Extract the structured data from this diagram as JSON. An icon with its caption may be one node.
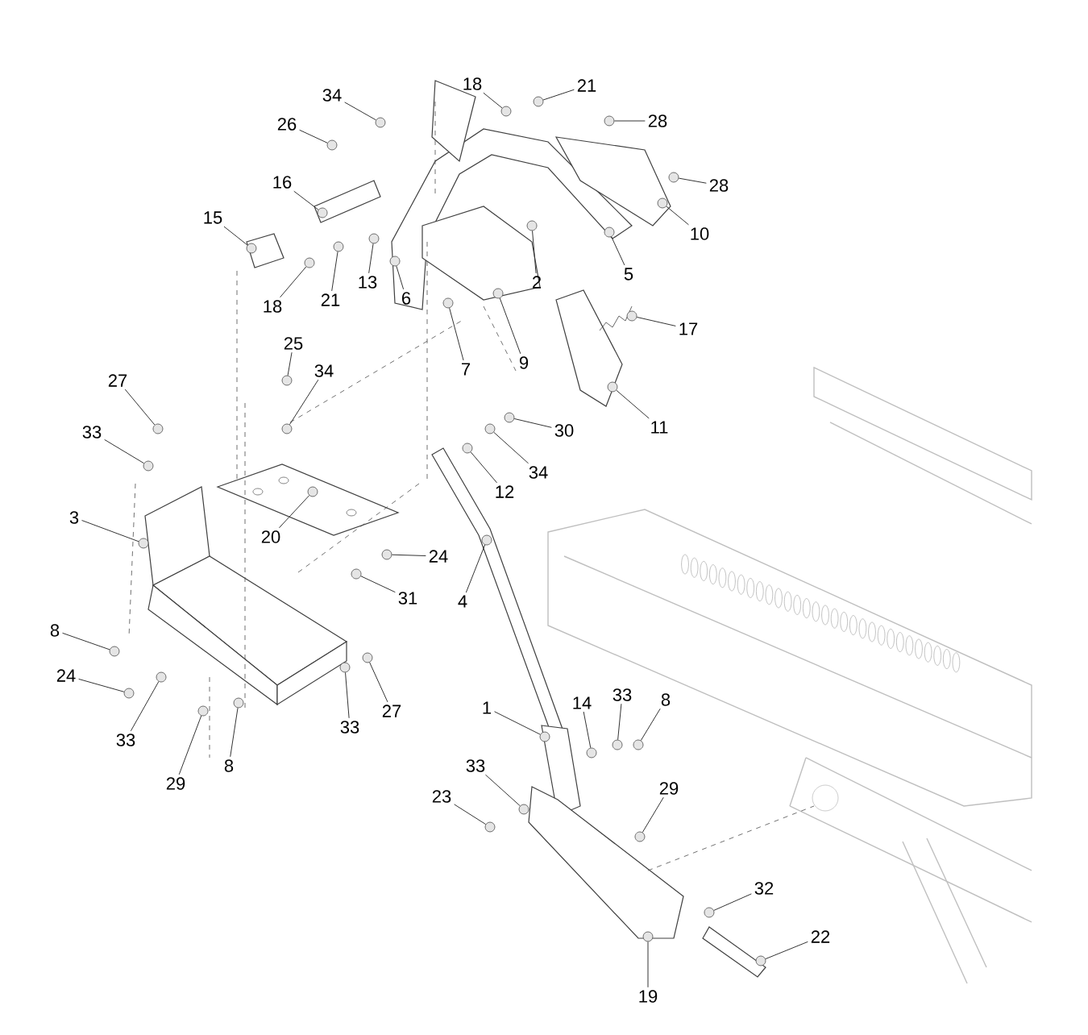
{
  "diagram": {
    "nodes": [
      {
        "text": [
          "34"
        ]
      },
      {
        "text": [
          "26"
        ]
      },
      {
        "text": [
          "18"
        ]
      },
      {
        "text": [
          "21"
        ]
      },
      {
        "text": [
          "28"
        ]
      },
      {
        "text": [
          "28"
        ]
      },
      {
        "text": [
          "16"
        ]
      },
      {
        "text": [
          "15"
        ]
      },
      {
        "text": [
          "10"
        ]
      },
      {
        "text": [
          "5"
        ]
      },
      {
        "text": [
          "2"
        ]
      },
      {
        "text": [
          "13"
        ]
      },
      {
        "text": [
          "6"
        ]
      },
      {
        "text": [
          "21"
        ]
      },
      {
        "text": [
          "18"
        ]
      },
      {
        "text": [
          "9"
        ]
      },
      {
        "text": [
          "7"
        ]
      },
      {
        "text": [
          "17"
        ]
      },
      {
        "text": [
          "11"
        ]
      },
      {
        "text": [
          "25"
        ]
      },
      {
        "text": [
          "34"
        ]
      },
      {
        "text": [
          "27"
        ]
      },
      {
        "text": [
          "33"
        ]
      },
      {
        "text": [
          "30"
        ]
      },
      {
        "text": [
          "34"
        ]
      },
      {
        "text": [
          "12"
        ]
      },
      {
        "text": [
          "3"
        ]
      },
      {
        "text": [
          "20"
        ]
      },
      {
        "text": [
          "24"
        ]
      },
      {
        "text": [
          "31"
        ]
      },
      {
        "text": [
          "4"
        ]
      },
      {
        "text": [
          "8"
        ]
      },
      {
        "text": [
          "24"
        ]
      },
      {
        "text": [
          "33"
        ]
      },
      {
        "text": [
          "29"
        ]
      },
      {
        "text": [
          "8"
        ]
      },
      {
        "text": [
          "33"
        ]
      },
      {
        "text": [
          "27"
        ]
      },
      {
        "text": [
          "1"
        ]
      },
      {
        "text": [
          "14"
        ]
      },
      {
        "text": [
          "33"
        ]
      },
      {
        "text": [
          "8"
        ]
      },
      {
        "text": [
          "33"
        ]
      },
      {
        "text": [
          "23"
        ]
      },
      {
        "text": [
          "29"
        ]
      },
      {
        "text": [
          "32"
        ]
      },
      {
        "text": [
          "22"
        ]
      },
      {
        "text": [
          "19"
        ]
      },
      {
        "text": [],
        "shape": "circle"
      },
      {
        "text": [],
        "shape": "circle"
      },
      {
        "text": [],
        "shape": "circle"
      },
      {
        "text": [],
        "shape": "circle"
      },
      {
        "text": [],
        "shape": "circle"
      },
      {
        "text": [],
        "shape": "circle"
      },
      {
        "text": [],
        "shape": "circle"
      },
      {
        "text": [],
        "shape": "circle"
      },
      {
        "text": [],
        "shape": "circle"
      },
      {
        "text": [],
        "shape": "circle"
      },
      {
        "text": [],
        "shape": "circle"
      },
      {
        "text": [],
        "shape": "circle"
      },
      {
        "text": [],
        "shape": "circle"
      },
      {
        "text": [],
        "shape": "circle"
      },
      {
        "text": [],
        "shape": "circle"
      },
      {
        "text": [],
        "shape": "circle"
      },
      {
        "text": [],
        "shape": "circle"
      },
      {
        "text": [],
        "shape": "circle"
      },
      {
        "text": [],
        "shape": "circle"
      },
      {
        "text": [],
        "shape": "circle"
      },
      {
        "text": [],
        "shape": "circle"
      },
      {
        "text": [],
        "shape": "circle"
      },
      {
        "text": [],
        "shape": "circle"
      },
      {
        "text": [],
        "shape": "circle"
      },
      {
        "text": [],
        "shape": "circle"
      },
      {
        "text": [],
        "shape": "circle"
      },
      {
        "text": [],
        "shape": "circle"
      },
      {
        "text": [],
        "shape": "circle"
      },
      {
        "text": [],
        "shape": "circle"
      },
      {
        "text": [],
        "shape": "circle"
      },
      {
        "text": [],
        "shape": "circle"
      },
      {
        "text": [],
        "shape": "circle"
      },
      {
        "text": [],
        "shape": "circle"
      },
      {
        "text": [],
        "shape": "circle"
      },
      {
        "text": [],
        "shape": "circle"
      },
      {
        "text": [],
        "shape": "circle"
      },
      {
        "text": [],
        "shape": "circle"
      },
      {
        "text": [],
        "shape": "circle"
      },
      {
        "text": [],
        "shape": "circle"
      },
      {
        "text": [],
        "shape": "circle"
      },
      {
        "text": [],
        "shape": "circle"
      },
      {
        "text": [],
        "shape": "circle"
      },
      {
        "text": [],
        "shape": "circle"
      },
      {
        "text": [],
        "shape": "circle"
      },
      {
        "text": [],
        "shape": "circle"
      },
      {
        "text": [],
        "shape": "circle"
      },
      {
        "text": [],
        "shape": "circle"
      },
      {
        "text": [],
        "shape": "circle"
      }
    ],
    "edges": [
      {
        "from": 0,
        "to": 48,
        "arrow": "none"
      },
      {
        "from": 1,
        "to": 49,
        "arrow": "none"
      },
      {
        "from": 2,
        "to": 50,
        "arrow": "none"
      },
      {
        "from": 3,
        "to": 51,
        "arrow": "none"
      },
      {
        "from": 4,
        "to": 52,
        "arrow": "none"
      },
      {
        "from": 5,
        "to": 53,
        "arrow": "none"
      },
      {
        "from": 6,
        "to": 54,
        "arrow": "none"
      },
      {
        "from": 7,
        "to": 55,
        "arrow": "none"
      },
      {
        "from": 8,
        "to": 56,
        "arrow": "none"
      },
      {
        "from": 9,
        "to": 57,
        "arrow": "none"
      },
      {
        "from": 10,
        "to": 58,
        "arrow": "none"
      },
      {
        "from": 11,
        "to": 59,
        "arrow": "none"
      },
      {
        "from": 12,
        "to": 60,
        "arrow": "none"
      },
      {
        "from": 13,
        "to": 61,
        "arrow": "none"
      },
      {
        "from": 14,
        "to": 62,
        "arrow": "none"
      },
      {
        "from": 15,
        "to": 63,
        "arrow": "none"
      },
      {
        "from": 16,
        "to": 64,
        "arrow": "none"
      },
      {
        "from": 17,
        "to": 65,
        "arrow": "none"
      },
      {
        "from": 18,
        "to": 66,
        "arrow": "none"
      },
      {
        "from": 19,
        "to": 67,
        "arrow": "none"
      },
      {
        "from": 20,
        "to": 68,
        "arrow": "none"
      },
      {
        "from": 21,
        "to": 69,
        "arrow": "none"
      },
      {
        "from": 22,
        "to": 70,
        "arrow": "none"
      },
      {
        "from": 23,
        "to": 71,
        "arrow": "none"
      },
      {
        "from": 24,
        "to": 72,
        "arrow": "none"
      },
      {
        "from": 25,
        "to": 73,
        "arrow": "none"
      },
      {
        "from": 26,
        "to": 74,
        "arrow": "none"
      },
      {
        "from": 27,
        "to": 75,
        "arrow": "none"
      },
      {
        "from": 28,
        "to": 76,
        "arrow": "none"
      },
      {
        "from": 29,
        "to": 77,
        "arrow": "none"
      },
      {
        "from": 30,
        "to": 78,
        "arrow": "none"
      },
      {
        "from": 31,
        "to": 79,
        "arrow": "none"
      },
      {
        "from": 32,
        "to": 80,
        "arrow": "none"
      },
      {
        "from": 33,
        "to": 81,
        "arrow": "none"
      },
      {
        "from": 34,
        "to": 82,
        "arrow": "none"
      },
      {
        "from": 35,
        "to": 83,
        "arrow": "none"
      },
      {
        "from": 36,
        "to": 84,
        "arrow": "none"
      },
      {
        "from": 37,
        "to": 85,
        "arrow": "none"
      },
      {
        "from": 38,
        "to": 86,
        "arrow": "none"
      },
      {
        "from": 39,
        "to": 87,
        "arrow": "none"
      },
      {
        "from": 40,
        "to": 88,
        "arrow": "none"
      },
      {
        "from": 41,
        "to": 89,
        "arrow": "none"
      },
      {
        "from": 42,
        "to": 90,
        "arrow": "none"
      },
      {
        "from": 43,
        "to": 91,
        "arrow": "none"
      },
      {
        "from": 44,
        "to": 92,
        "arrow": "none"
      },
      {
        "from": 45,
        "to": 93,
        "arrow": "none"
      },
      {
        "from": 46,
        "to": 94,
        "arrow": "none"
      },
      {
        "from": 47,
        "to": 95,
        "arrow": "none"
      }
    ]
  }
}
